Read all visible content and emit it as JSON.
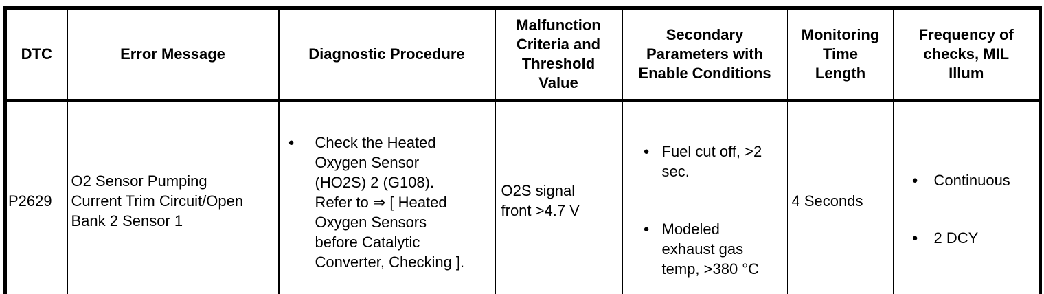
{
  "icons": {
    "bullet": "●"
  },
  "colors": {
    "text": "#000000",
    "background": "#ffffff",
    "border": "#000000"
  },
  "table": {
    "headers": [
      {
        "label": "DTC"
      },
      {
        "label": "Error Message"
      },
      {
        "label": "Diagnostic Procedure"
      },
      {
        "label": "Malfunction\nCriteria and\nThreshold\nValue"
      },
      {
        "label": "Secondary\nParameters with\nEnable Conditions"
      },
      {
        "label": "Monitoring\nTime\nLength"
      },
      {
        "label": "Frequency of\nchecks, MIL\nIllum"
      }
    ],
    "row": {
      "dtc": "P2629",
      "error_message": "O2 Sensor Pumping\nCurrent Trim Circuit/Open\nBank 2 Sensor 1",
      "diagnostic_procedure_items": [
        "Check the Heated\nOxygen Sensor\n(HO2S) 2 (G108).\nRefer to ⇒ [ Heated\nOxygen Sensors\nbefore Catalytic\nConverter, Checking ]."
      ],
      "malfunction_criteria": "O2S signal\nfront >4.7 V",
      "secondary_parameters_items": [
        "Fuel cut off, >2\nsec.",
        "Modeled\nexhaust gas\ntemp, >380 °C"
      ],
      "monitoring_time": "4 Seconds",
      "frequency_items": [
        "Continuous",
        "2 DCY"
      ]
    }
  }
}
